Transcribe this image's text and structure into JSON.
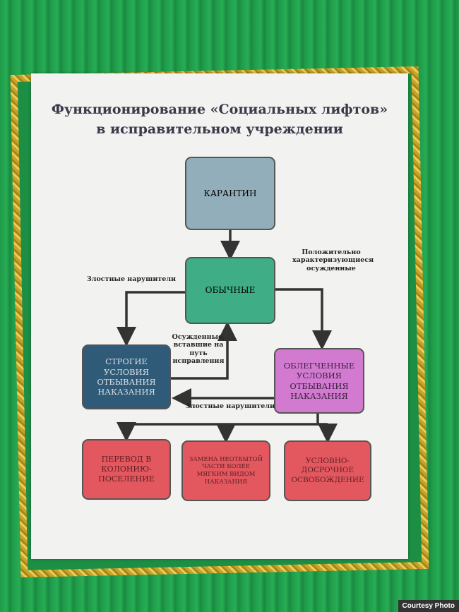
{
  "poster": {
    "title_line1": "Функционирование «Социальных лифтов»",
    "title_line2": "в исправительном учреждении"
  },
  "nodes": {
    "quarantine": "КАРАНТИН",
    "ordinary": "ОБЫЧНЫЕ",
    "strict": "СТРОГИЕ УСЛОВИЯ ОТБЫВАНИЯ НАКАЗАНИЯ",
    "lightened": "ОБЛЕГЧЕННЫЕ УСЛОВИЯ ОТБЫВАНИЯ НАКАЗАНИЯ",
    "transfer": "ПЕРЕВОД В КОЛОНИЮ-ПОСЕЛЕНИЕ",
    "replacement": "ЗАМЕНА НЕОТБЫТОЙ ЧАСТИ БОЛЕЕ МЯГКИМ ВИДОМ НАКАЗАНИЯ",
    "parole": "УСЛОВНО-ДОСРОЧНОЕ ОСВОБОЖДЕНИЕ"
  },
  "edge_labels": {
    "malicious_left": "Злостные нарушители",
    "positive": "Положительно характеризующиеся осужденные",
    "reformed": "Осужденные, вставшие на путь исправления",
    "malicious_bottom": "Злостные нарушители"
  },
  "credit": "Courtesy Photo",
  "colors": {
    "quarantine": "#93aebb",
    "ordinary": "#3fae86",
    "strict": "#2f5b79",
    "lightened": "#d27ad0",
    "bottom": "#e3575f"
  }
}
